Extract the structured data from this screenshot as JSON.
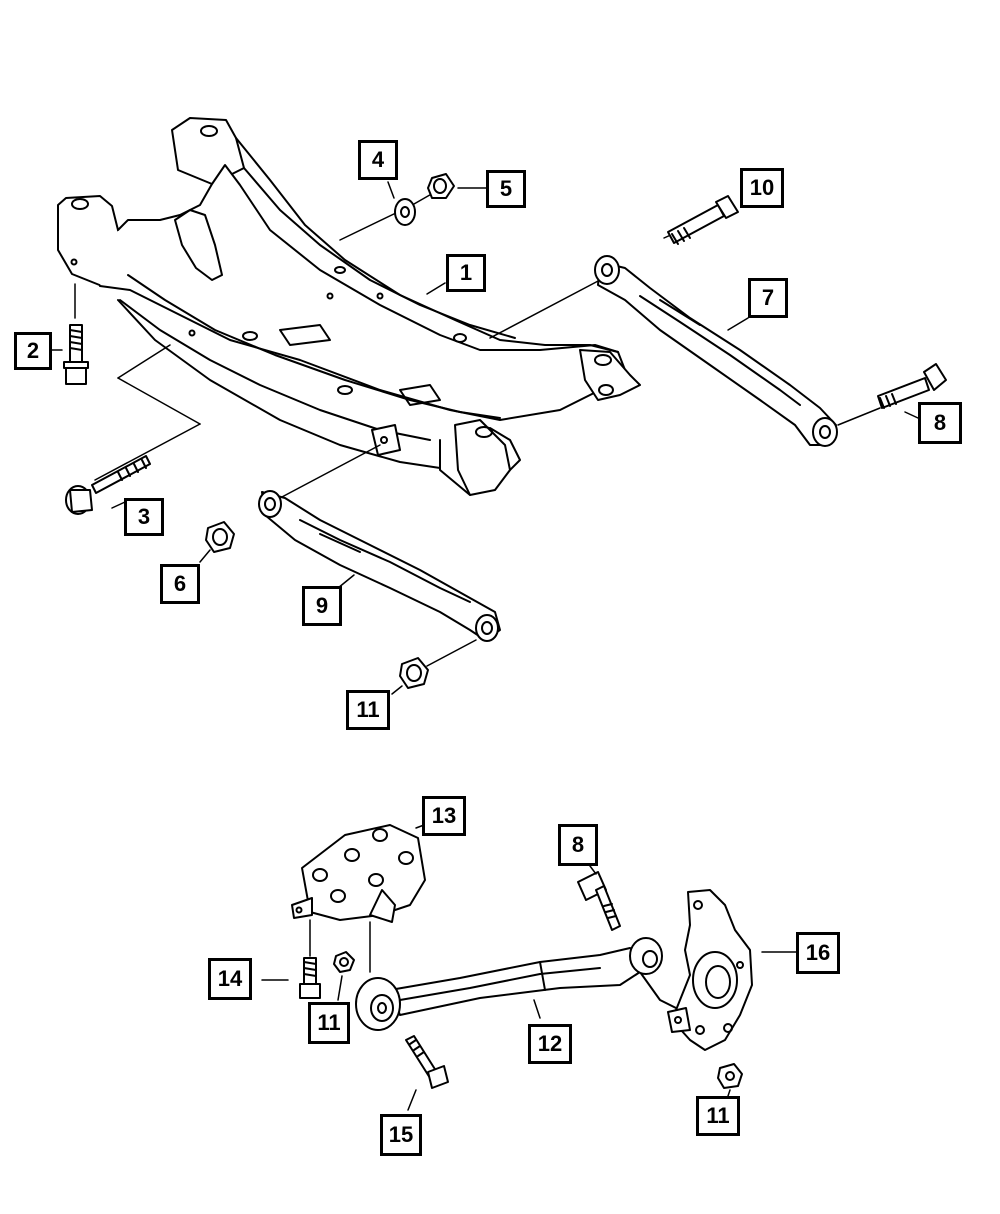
{
  "callouts": {
    "c1": "1",
    "c2": "2",
    "c3": "3",
    "c4": "4",
    "c5": "5",
    "c6": "6",
    "c7": "7",
    "c8a": "8",
    "c8b": "8",
    "c9": "9",
    "c10": "10",
    "c11a": "11",
    "c11b": "11",
    "c11c": "11",
    "c12": "12",
    "c13": "13",
    "c14": "14",
    "c15": "15",
    "c16": "16"
  }
}
